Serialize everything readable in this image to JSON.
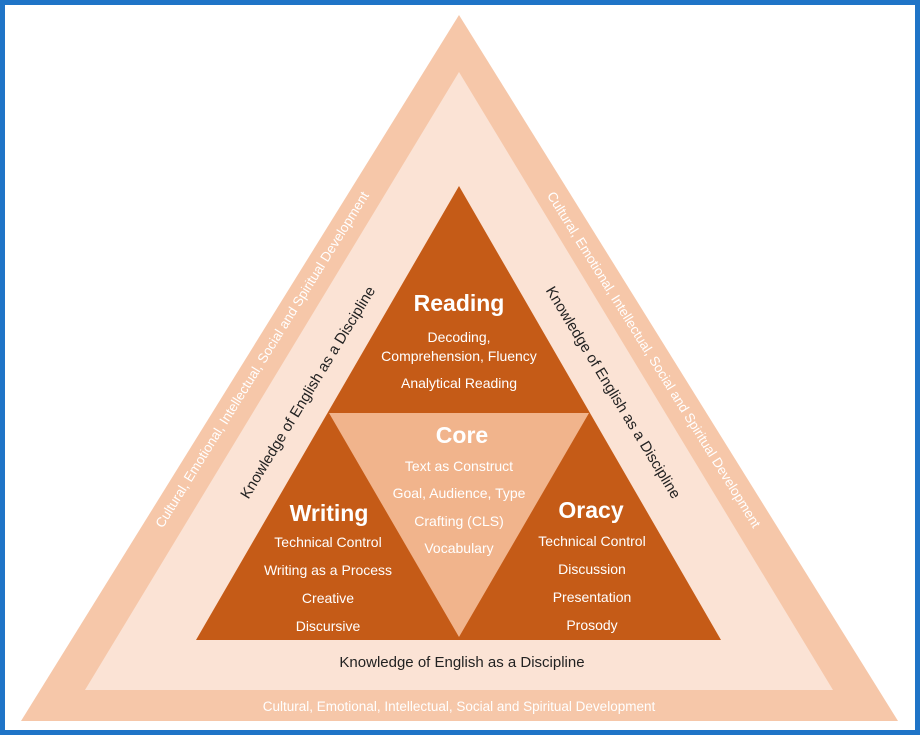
{
  "colors": {
    "outer_ring": "#f6c7a9",
    "inner_ring": "#fbe3d5",
    "section": "#c55b17",
    "core": "#f1b48c",
    "border": "#1f74c7"
  },
  "outer_label": "Cultural, Emotional, Intellectual, Social and Spiritual Development",
  "inner_label": "Knowledge of English as a Discipline",
  "sections": {
    "reading": {
      "title": "Reading",
      "items": [
        "Decoding,",
        "Comprehension, Fluency",
        "Analytical Reading"
      ]
    },
    "core": {
      "title": "Core",
      "items": [
        "Text as Construct",
        "Goal, Audience, Type",
        "Crafting (CLS)",
        "Vocabulary"
      ]
    },
    "writing": {
      "title": "Writing",
      "items": [
        "Technical Control",
        "Writing as a Process",
        "Creative",
        "Discursive"
      ]
    },
    "oracy": {
      "title": "Oracy",
      "items": [
        "Technical Control",
        "Discussion",
        "Presentation",
        "Prosody"
      ]
    }
  }
}
